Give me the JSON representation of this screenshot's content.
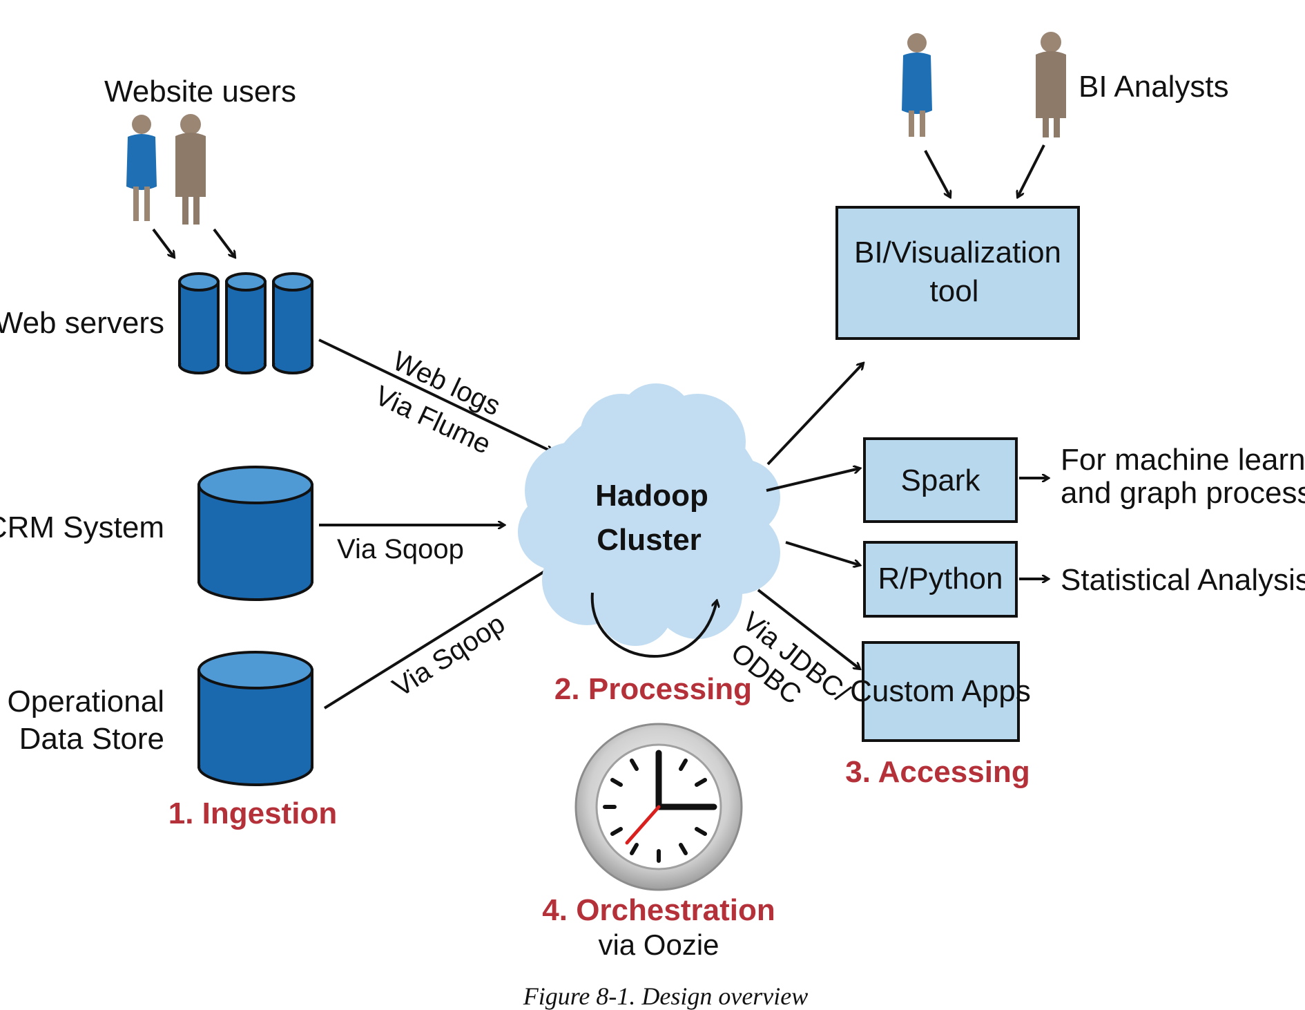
{
  "colors": {
    "blue_dark": "#1a69ae",
    "blue_light": "#4f9ad5",
    "box_fill": "#b8d8ee",
    "cloud_fill": "#c2ddf1",
    "stage_red": "#b5313a",
    "person_blue": "#1f6fb5",
    "person_tan": "#9b8674",
    "clock_hand_red": "#d9201f"
  },
  "icons": [
    "person-icon",
    "cylinder-icon",
    "cloud-icon",
    "clock-icon"
  ],
  "labels": {
    "website_users": "Website users",
    "web_servers": "Web servers",
    "crm_system": "CRM System",
    "ods_line1": "Operational",
    "ods_line2": "Data Store",
    "bi_analysts": "BI Analysts",
    "web_logs": "Web logs",
    "via_flume": "Via Flume",
    "via_sqoop_crm": "Via  Sqoop",
    "via_sqoop_ods": "Via  Sqoop",
    "via_jdbc_1": "Via JDBC/",
    "via_jdbc_2": "ODBC",
    "ml_line1": "For machine learning",
    "ml_line2": "and graph processing",
    "statistical": "Statistical Analysis"
  },
  "nodes": {
    "hadoop_line1": "Hadoop",
    "hadoop_line2": "Cluster",
    "bi_tool_line1": "BI/Visualization",
    "bi_tool_line2": "tool",
    "spark": "Spark",
    "rpython": "R/Python",
    "custom_apps": "Custom Apps"
  },
  "stages": {
    "ingestion": "1. Ingestion",
    "processing": "2. Processing",
    "accessing": "3. Accessing",
    "orchestration": "4. Orchestration",
    "via_oozie": "via Oozie"
  },
  "caption": "Figure 8-1. Design overview"
}
